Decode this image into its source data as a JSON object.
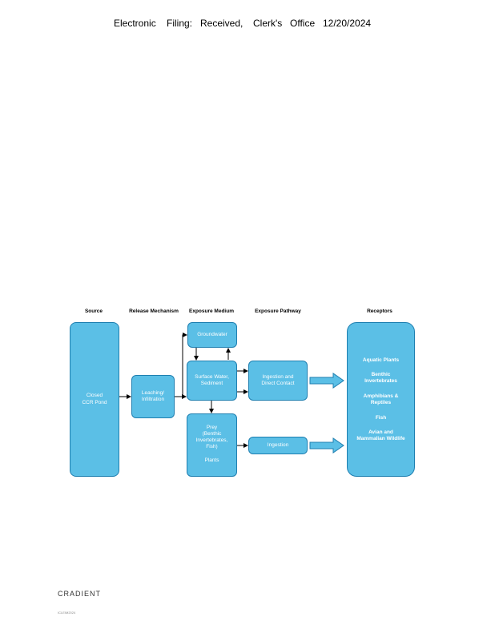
{
  "header": {
    "words": [
      "Electronic",
      "Filing:",
      "Received,",
      "Clerk's",
      "Office",
      "12/20/2024"
    ]
  },
  "diagram": {
    "columns": {
      "source": "Source",
      "release": "Release Mechanism",
      "medium": "Exposure Medium",
      "pathway": "Exposure Pathway",
      "receptors": "Receptors"
    },
    "nodes": {
      "source": "Closed\nCCR Pond",
      "leaching": "Leaching/\nInfiltration",
      "groundwater": "Groundwater",
      "surface": "Surface Water,\nSediment",
      "prey": "Prey\n(Benthic\nInvertebrates,\nFish)",
      "plants": "Plants",
      "ingestion_contact": "Ingestion and\nDirect Contact",
      "ingestion": "Ingestion"
    },
    "receptors": [
      "Aquatic Plants",
      "Benthic\nInvertebrates",
      "Amphibians &\nReptiles",
      "Fish",
      "Avian and\nMammalian Wildlife"
    ],
    "colors": {
      "fill": "#5bbfe6",
      "border": "#1f7fb0",
      "arrow": "#000000"
    }
  },
  "footer": {
    "logo": "CRADIENT",
    "code": "ICLEIM2024"
  }
}
